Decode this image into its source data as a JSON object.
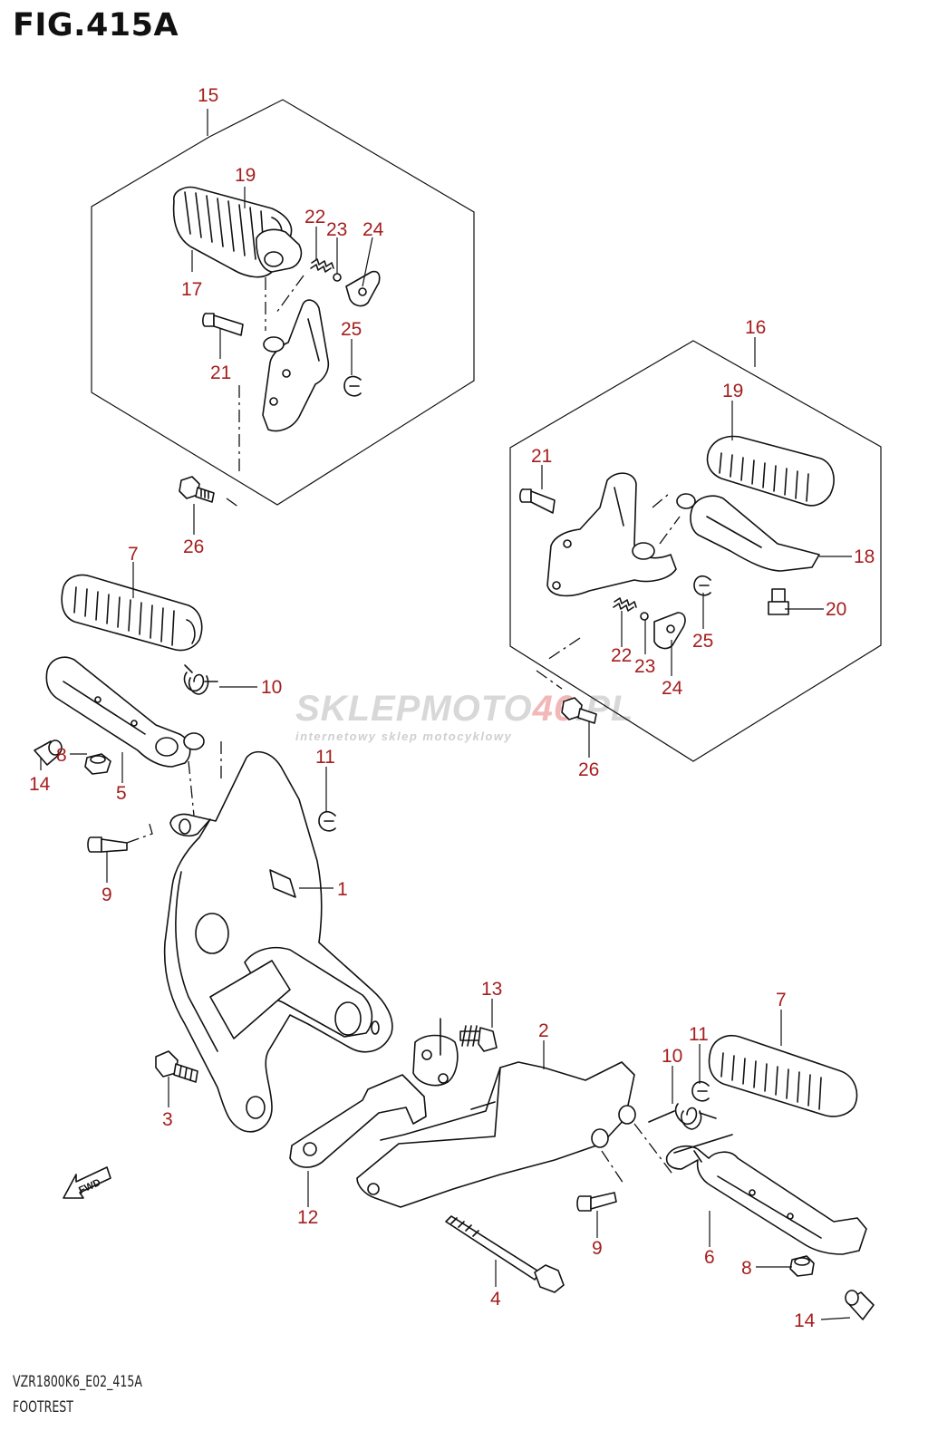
{
  "figure": {
    "title": "FIG.415A",
    "model_code": "VZR1800K6_E02_415A",
    "caption": "FOOTREST"
  },
  "watermark": {
    "brand_main": "SKLEPMOTO",
    "brand_accent": "46",
    "brand_suffix": ".PL",
    "tagline": "internetowy sklep motocyklowy"
  },
  "direction_marker": {
    "label": "FWD",
    "icon": "fwd-arrow-icon"
  },
  "callouts": {
    "c15": "15",
    "c19a": "19",
    "c22a": "22",
    "c23a": "23",
    "c24a": "24",
    "c17": "17",
    "c21a": "21",
    "c25a": "25",
    "c26a": "26",
    "c16": "16",
    "c19b": "19",
    "c21b": "21",
    "c18": "18",
    "c20": "20",
    "c22b": "22",
    "c23b": "23",
    "c25b": "25",
    "c24b": "24",
    "c26b": "26",
    "c7a": "7",
    "c10a": "10",
    "c8a": "8",
    "c14a": "14",
    "c5": "5",
    "c11a": "11",
    "c1": "1",
    "c9a": "9",
    "c3": "3",
    "c13": "13",
    "c2": "2",
    "c12": "12",
    "c7b": "7",
    "c11b": "11",
    "c10b": "10",
    "c9b": "9",
    "c6": "6",
    "c4": "4",
    "c8b": "8",
    "c14b": "14"
  },
  "colors": {
    "callout": "#a51e1e",
    "line": "#111111",
    "watermark": "#d8d8d8"
  }
}
